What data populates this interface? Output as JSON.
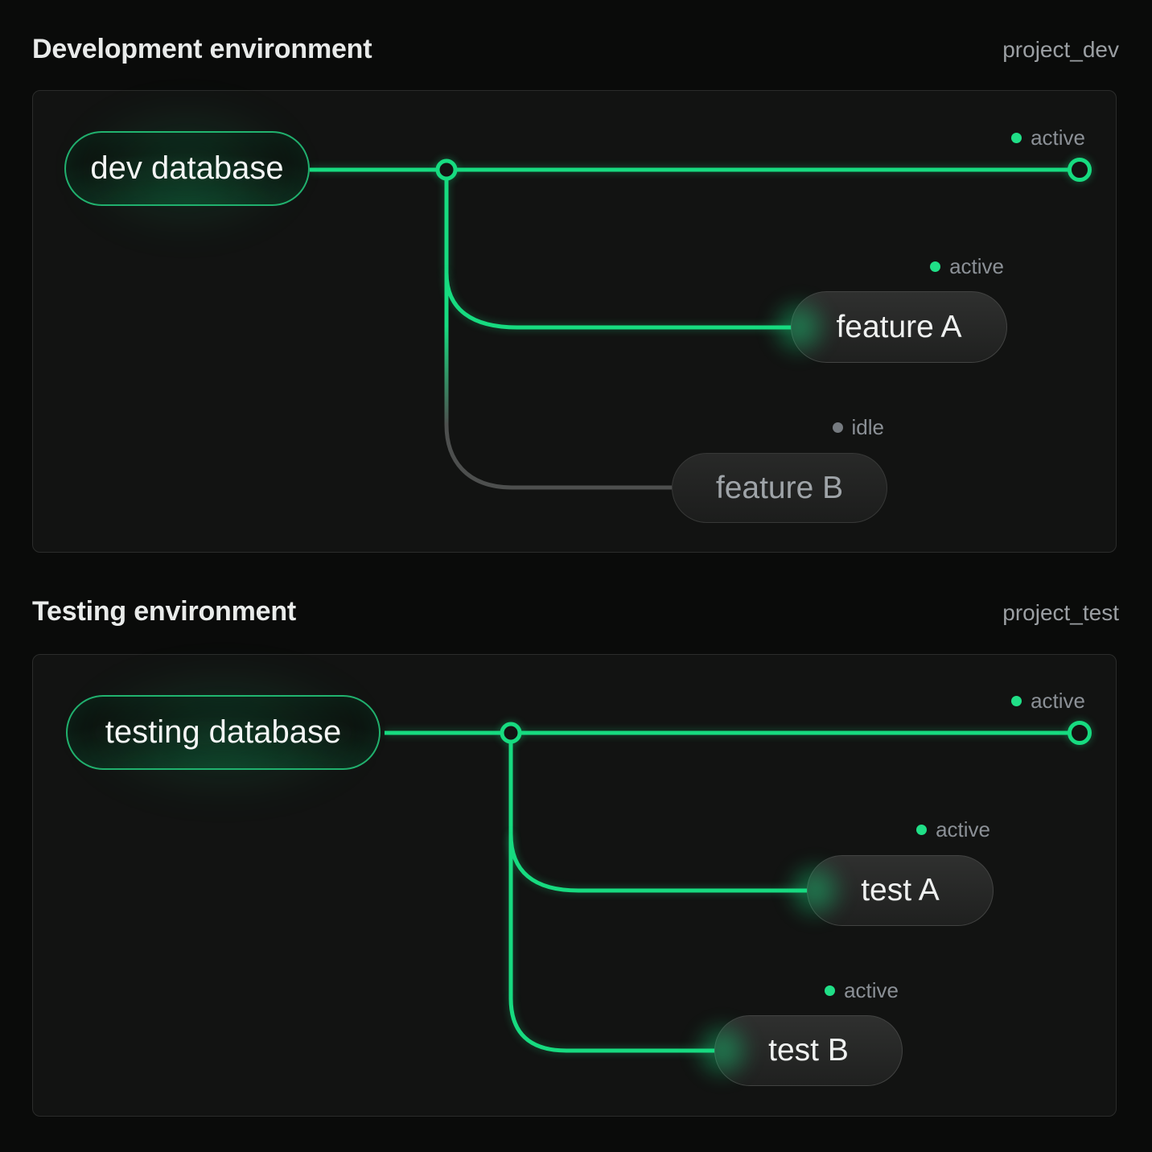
{
  "colors": {
    "branch_active_green": "#17db80",
    "branch_idle_gray": "#4d4f4e",
    "status_text_gray": "#8b9096",
    "panel_background": "#121312",
    "page_background": "#0a0b0a"
  },
  "sections": [
    {
      "title": "Development environment",
      "project": "project_dev",
      "database": {
        "label": "dev database"
      },
      "main": {
        "status": "active"
      },
      "branches": [
        {
          "label": "feature A",
          "status": "active"
        },
        {
          "label": "feature B",
          "status": "idle"
        }
      ]
    },
    {
      "title": "Testing environment",
      "project": "project_test",
      "database": {
        "label": "testing database"
      },
      "main": {
        "status": "active"
      },
      "branches": [
        {
          "label": "test A",
          "status": "active"
        },
        {
          "label": "test B",
          "status": "active"
        }
      ]
    }
  ]
}
